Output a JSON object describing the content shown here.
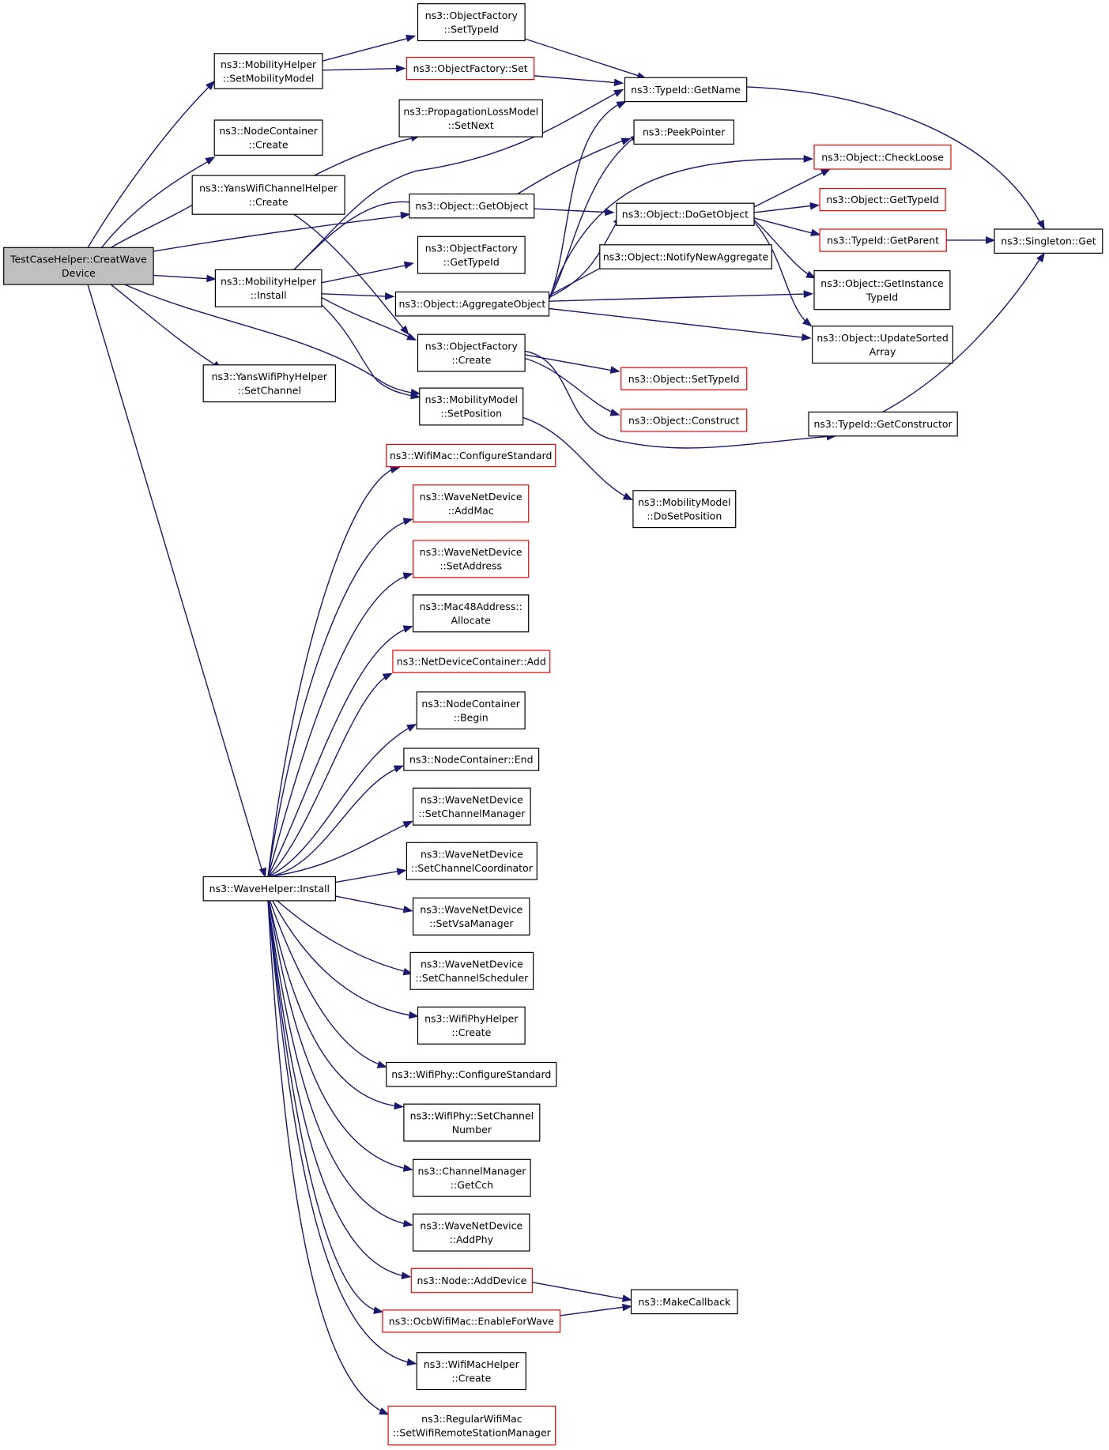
{
  "graph": {
    "colors": {
      "edge": "#191970",
      "border_normal": "#000000",
      "border_truncated": "#ff0000",
      "root_fill": "#bfbfbf"
    },
    "nodes": [
      {
        "id": "root",
        "lines": [
          "TestCaseHelper::CreatWave",
          "Device"
        ],
        "style": "root"
      },
      {
        "id": "mh_setmob",
        "lines": [
          "ns3::MobilityHelper",
          "::SetMobilityModel"
        ],
        "style": "normal"
      },
      {
        "id": "nc_create",
        "lines": [
          "ns3::NodeContainer",
          "::Create"
        ],
        "style": "normal"
      },
      {
        "id": "ywch_create",
        "lines": [
          "ns3::YansWifiChannelHelper",
          "::Create"
        ],
        "style": "normal"
      },
      {
        "id": "mh_install",
        "lines": [
          "ns3::MobilityHelper",
          "::Install"
        ],
        "style": "normal"
      },
      {
        "id": "ywph_setch",
        "lines": [
          "ns3::YansWifiPhyHelper",
          "::SetChannel"
        ],
        "style": "normal"
      },
      {
        "id": "wh_install",
        "lines": [
          "ns3::WaveHelper::Install"
        ],
        "style": "normal"
      },
      {
        "id": "of_settypeid",
        "lines": [
          "ns3::ObjectFactory",
          "::SetTypeId"
        ],
        "style": "normal"
      },
      {
        "id": "of_set",
        "lines": [
          "ns3::ObjectFactory::Set"
        ],
        "style": "truncated"
      },
      {
        "id": "plm_setnext",
        "lines": [
          "ns3::PropagationLossModel",
          "::SetNext"
        ],
        "style": "normal"
      },
      {
        "id": "obj_getobject",
        "lines": [
          "ns3::Object::GetObject"
        ],
        "style": "normal"
      },
      {
        "id": "of_gettypeid",
        "lines": [
          "ns3::ObjectFactory",
          "::GetTypeId"
        ],
        "style": "normal"
      },
      {
        "id": "obj_aggregate",
        "lines": [
          "ns3::Object::AggregateObject"
        ],
        "style": "normal"
      },
      {
        "id": "of_create",
        "lines": [
          "ns3::ObjectFactory",
          "::Create"
        ],
        "style": "normal"
      },
      {
        "id": "mm_setpos",
        "lines": [
          "ns3::MobilityModel",
          "::SetPosition"
        ],
        "style": "normal"
      },
      {
        "id": "wm_confstd",
        "lines": [
          "ns3::WifiMac::ConfigureStandard"
        ],
        "style": "truncated"
      },
      {
        "id": "wnd_addmac",
        "lines": [
          "ns3::WaveNetDevice",
          "::AddMac"
        ],
        "style": "truncated"
      },
      {
        "id": "wnd_setaddr",
        "lines": [
          "ns3::WaveNetDevice",
          "::SetAddress"
        ],
        "style": "truncated"
      },
      {
        "id": "mac48_alloc",
        "lines": [
          "ns3::Mac48Address::",
          "Allocate"
        ],
        "style": "normal"
      },
      {
        "id": "ndc_add",
        "lines": [
          "ns3::NetDeviceContainer::Add"
        ],
        "style": "truncated"
      },
      {
        "id": "nc_begin",
        "lines": [
          "ns3::NodeContainer",
          "::Begin"
        ],
        "style": "normal"
      },
      {
        "id": "nc_end",
        "lines": [
          "ns3::NodeContainer::End"
        ],
        "style": "normal"
      },
      {
        "id": "wnd_setchmgr",
        "lines": [
          "ns3::WaveNetDevice",
          "::SetChannelManager"
        ],
        "style": "normal"
      },
      {
        "id": "wnd_setchcoord",
        "lines": [
          "ns3::WaveNetDevice",
          "::SetChannelCoordinator"
        ],
        "style": "normal"
      },
      {
        "id": "wnd_setvsa",
        "lines": [
          "ns3::WaveNetDevice",
          "::SetVsaManager"
        ],
        "style": "normal"
      },
      {
        "id": "wnd_setchsched",
        "lines": [
          "ns3::WaveNetDevice",
          "::SetChannelScheduler"
        ],
        "style": "normal"
      },
      {
        "id": "wph_create",
        "lines": [
          "ns3::WifiPhyHelper",
          "::Create"
        ],
        "style": "normal"
      },
      {
        "id": "wp_confstd",
        "lines": [
          "ns3::WifiPhy::ConfigureStandard"
        ],
        "style": "normal"
      },
      {
        "id": "wp_setchnum",
        "lines": [
          "ns3::WifiPhy::SetChannel",
          "Number"
        ],
        "style": "normal"
      },
      {
        "id": "cm_getcch",
        "lines": [
          "ns3::ChannelManager",
          "::GetCch"
        ],
        "style": "normal"
      },
      {
        "id": "wnd_addphy",
        "lines": [
          "ns3::WaveNetDevice",
          "::AddPhy"
        ],
        "style": "normal"
      },
      {
        "id": "node_adddev",
        "lines": [
          "ns3::Node::AddDevice"
        ],
        "style": "truncated"
      },
      {
        "id": "owm_enable",
        "lines": [
          "ns3::OcbWifiMac::EnableForWave"
        ],
        "style": "truncated"
      },
      {
        "id": "wmh_create",
        "lines": [
          "ns3::WifiMacHelper",
          "::Create"
        ],
        "style": "normal"
      },
      {
        "id": "rwm_setrsm",
        "lines": [
          "ns3::RegularWifiMac",
          "::SetWifiRemoteStationManager"
        ],
        "style": "truncated"
      },
      {
        "id": "tid_getname",
        "lines": [
          "ns3::TypeId::GetName"
        ],
        "style": "normal"
      },
      {
        "id": "peekpointer",
        "lines": [
          "ns3::PeekPointer"
        ],
        "style": "normal"
      },
      {
        "id": "obj_dogetobject",
        "lines": [
          "ns3::Object::DoGetObject"
        ],
        "style": "normal"
      },
      {
        "id": "obj_notify",
        "lines": [
          "ns3::Object::NotifyNewAggregate"
        ],
        "style": "normal"
      },
      {
        "id": "obj_settypeid",
        "lines": [
          "ns3::Object::SetTypeId"
        ],
        "style": "truncated"
      },
      {
        "id": "obj_construct",
        "lines": [
          "ns3::Object::Construct"
        ],
        "style": "truncated"
      },
      {
        "id": "mm_dosetpos",
        "lines": [
          "ns3::MobilityModel",
          "::DoSetPosition"
        ],
        "style": "normal"
      },
      {
        "id": "makecallback",
        "lines": [
          "ns3::MakeCallback"
        ],
        "style": "normal"
      },
      {
        "id": "obj_checkloose",
        "lines": [
          "ns3::Object::CheckLoose"
        ],
        "style": "truncated"
      },
      {
        "id": "obj_gettypeid",
        "lines": [
          "ns3::Object::GetTypeId"
        ],
        "style": "truncated"
      },
      {
        "id": "tid_getparent",
        "lines": [
          "ns3::TypeId::GetParent"
        ],
        "style": "truncated"
      },
      {
        "id": "obj_getinsttid",
        "lines": [
          "ns3::Object::GetInstance",
          "TypeId"
        ],
        "style": "normal"
      },
      {
        "id": "obj_updsorted",
        "lines": [
          "ns3::Object::UpdateSorted",
          "Array"
        ],
        "style": "normal"
      },
      {
        "id": "tid_getctor",
        "lines": [
          "ns3::TypeId::GetConstructor"
        ],
        "style": "normal"
      },
      {
        "id": "singleton_get",
        "lines": [
          "ns3::Singleton::Get"
        ],
        "style": "normal"
      }
    ]
  }
}
